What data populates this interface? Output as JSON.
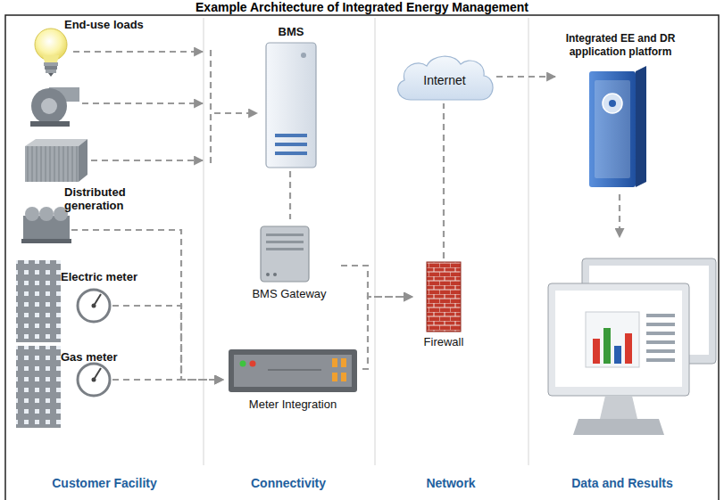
{
  "diagram": {
    "title": "Example Architecture of Integrated Energy Management",
    "nodes": [
      {
        "text": [
          "End-use loads"
        ]
      },
      {
        "text": [
          "BMS"
        ]
      },
      {
        "text": [
          "Integrated EE and DR application platform"
        ]
      },
      {
        "text": [
          "Distributed generation"
        ]
      },
      {
        "text": [
          "Internet"
        ]
      },
      {
        "text": [
          "Electric meter"
        ]
      },
      {
        "text": [
          "BMS Gateway"
        ]
      },
      {
        "text": [
          "Firewall"
        ]
      },
      {
        "text": [
          "Gas meter"
        ]
      },
      {
        "text": [
          "Meter Integration"
        ]
      }
    ],
    "edges": [
      {
        "from": 0,
        "to": 1,
        "arrow": "to"
      },
      {
        "from": 1,
        "to": 6,
        "arrow": "none"
      },
      {
        "from": 4,
        "to": 2,
        "arrow": "to"
      },
      {
        "from": 3,
        "to": 9,
        "arrow": "to"
      },
      {
        "from": 5,
        "to": 9,
        "arrow": "to"
      },
      {
        "from": 8,
        "to": 9,
        "arrow": "to"
      },
      {
        "from": 6,
        "to": 7,
        "arrow": "to"
      },
      {
        "from": 9,
        "to": 7,
        "arrow": "to"
      },
      {
        "from": 7,
        "to": 4,
        "arrow": "none"
      }
    ],
    "labels": [
      "Customer Facility",
      "Connectivity",
      "Network",
      "Data and Results"
    ]
  }
}
